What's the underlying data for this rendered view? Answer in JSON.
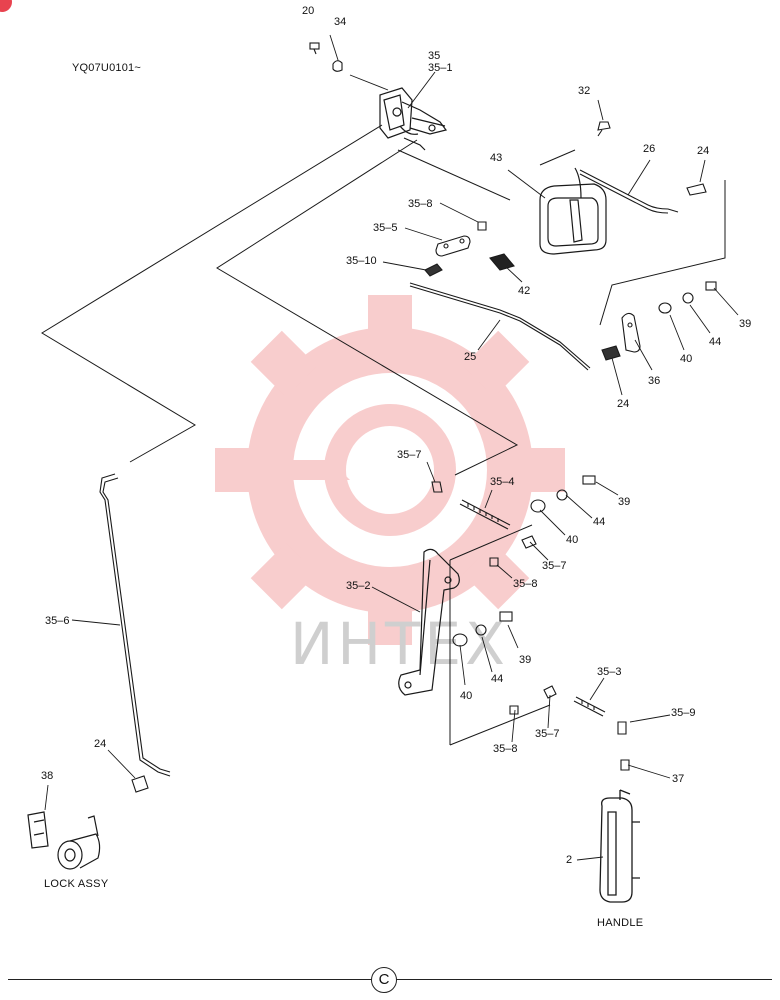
{
  "document": {
    "serial_code": "YQ07U0101~",
    "page_mark": "C",
    "watermark_text": "ИНТЕХ",
    "watermark_color": "#f08a8a"
  },
  "captions": {
    "lock_assy": "LOCK ASSY",
    "handle": "HANDLE"
  },
  "callouts": {
    "p20": "20",
    "p34": "34",
    "p35": "35",
    "p35_1": "35–1",
    "p32": "32",
    "p43": "43",
    "p26": "26",
    "p24_top": "24",
    "p35_8_a": "35–8",
    "p35_5": "35–5",
    "p35_10": "35–10",
    "p42": "42",
    "p25": "25",
    "p39_a": "39",
    "p44_a": "44",
    "p40_a": "40",
    "p36": "36",
    "p24_mid": "24",
    "p35_7_a": "35–7",
    "p35_4": "35–4",
    "p39_b": "39",
    "p44_b": "44",
    "p40_b": "40",
    "p35_7_b": "35–7",
    "p35_8_b": "35–8",
    "p35_2": "35–2",
    "p35_6": "35–6",
    "p39_c": "39",
    "p44_c": "44",
    "p40_c": "40",
    "p35_3": "35–3",
    "p35_9": "35–9",
    "p35_7_c": "35–7",
    "p35_8_c": "35–8",
    "p24_low": "24",
    "p38": "38",
    "p37": "37",
    "p2": "2"
  }
}
